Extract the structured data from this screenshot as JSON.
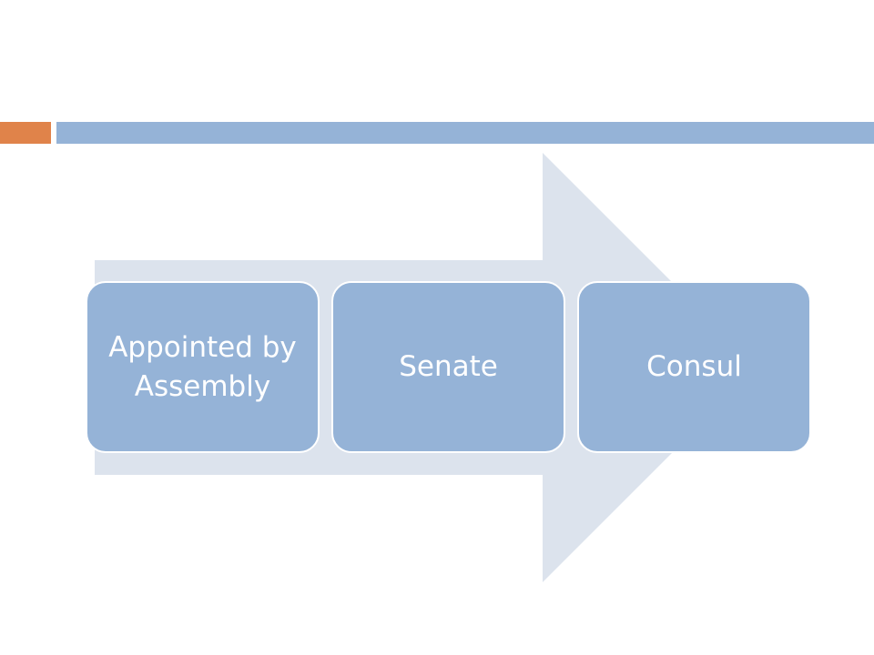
{
  "colors": {
    "accent": "#E0834A",
    "header_bar": "#95B3D7",
    "arrow": "#DCE3ED",
    "box": "#95B3D7"
  },
  "diagram": {
    "type": "process-arrow",
    "steps": [
      {
        "label": "Appointed by Assembly"
      },
      {
        "label": "Senate"
      },
      {
        "label": "Consul"
      }
    ]
  }
}
